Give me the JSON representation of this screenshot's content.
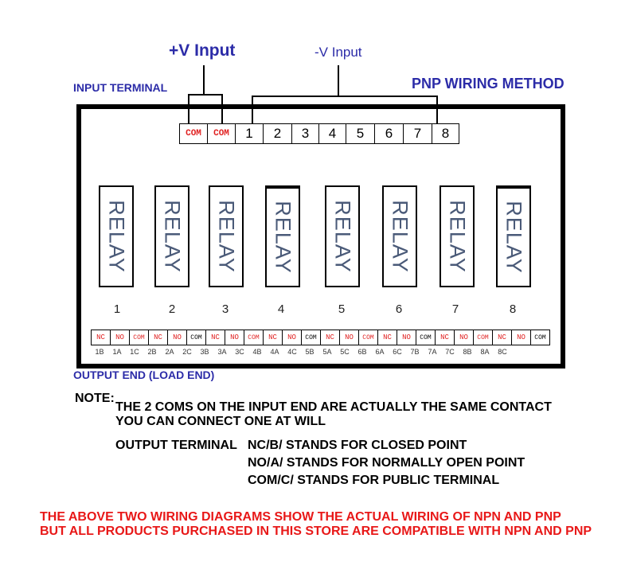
{
  "titles": {
    "pos_input": "+V Input",
    "neg_input": "-V Input",
    "input_terminal": "INPUT TERMINAL",
    "method": "PNP WIRING METHOD",
    "output_end": "OUTPUT END (LOAD END)"
  },
  "input_terminals": [
    "COM",
    "COM",
    "1",
    "2",
    "3",
    "4",
    "5",
    "6",
    "7",
    "8"
  ],
  "relays": [
    {
      "label": "RELAY",
      "number": "1"
    },
    {
      "label": "RELAY",
      "number": "2"
    },
    {
      "label": "RELAY",
      "number": "3"
    },
    {
      "label": "RELAY",
      "number": "4"
    },
    {
      "label": "RELAY",
      "number": "5"
    },
    {
      "label": "RELAY",
      "number": "6"
    },
    {
      "label": "RELAY",
      "number": "7"
    },
    {
      "label": "RELAY",
      "number": "8"
    }
  ],
  "output_terminals": [
    {
      "text": "NC",
      "label": "1B"
    },
    {
      "text": "NO",
      "label": "1A"
    },
    {
      "text": "COM",
      "label": "1C"
    },
    {
      "text": "NC",
      "label": "2B"
    },
    {
      "text": "NO",
      "label": "2A"
    },
    {
      "text": "COM",
      "label": "2C"
    },
    {
      "text": "NC",
      "label": "3B"
    },
    {
      "text": "NO",
      "label": "3A"
    },
    {
      "text": "COM",
      "label": "3C"
    },
    {
      "text": "NC",
      "label": "4B"
    },
    {
      "text": "NO",
      "label": "4A"
    },
    {
      "text": "COM",
      "label": "4C"
    },
    {
      "text": "NC",
      "label": "5B"
    },
    {
      "text": "NO",
      "label": "5A"
    },
    {
      "text": "COM",
      "label": "5C"
    },
    {
      "text": "NC",
      "label": "6B"
    },
    {
      "text": "NO",
      "label": "6A"
    },
    {
      "text": "COM",
      "label": "6C"
    },
    {
      "text": "NC",
      "label": "7B"
    },
    {
      "text": "NO",
      "label": "7A"
    },
    {
      "text": "COM",
      "label": "7C"
    },
    {
      "text": "NC",
      "label": "8B"
    },
    {
      "text": "NO",
      "label": "8A"
    },
    {
      "text": "COM",
      "label": "8C"
    }
  ],
  "notes": {
    "note_label": "NOTE:",
    "line1": "THE 2 COMS ON THE INPUT END ARE ACTUALLY THE SAME CONTACT",
    "line2": "YOU CAN CONNECT ONE AT WILL",
    "output_terminal": "OUTPUT TERMINAL",
    "nc": "NC/B/ STANDS FOR CLOSED POINT",
    "no": "NO/A/ STANDS FOR NORMALLY OPEN POINT",
    "com": "COM/C/ STANDS FOR PUBLIC TERMINAL"
  },
  "footer": {
    "line1": "THE ABOVE TWO WIRING DIAGRAMS SHOW THE ACTUAL WIRING OF NPN AND PNP",
    "line2": "BUT ALL PRODUCTS PURCHASED IN THIS STORE ARE COMPATIBLE WITH NPN AND PNP"
  },
  "colors": {
    "title_blue": "#2c2ca8",
    "com_red": "#e02020",
    "relay_text": "#4a5a78",
    "footer_red": "#e81818"
  }
}
